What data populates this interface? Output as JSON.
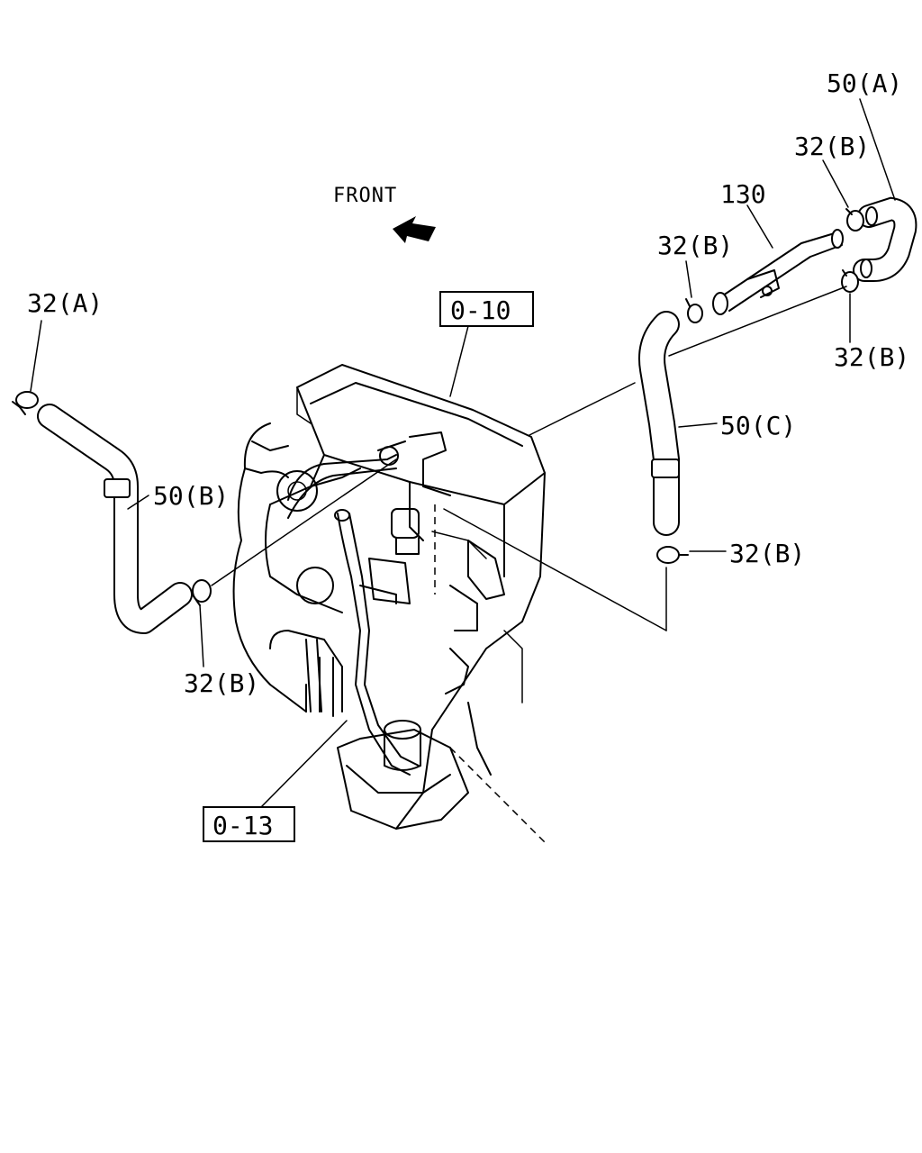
{
  "diagram": {
    "direction_label": "FRONT",
    "refs": {
      "ref_upper": "0-10",
      "ref_lower": "0-13"
    },
    "callouts": {
      "clamp_a_left": "32(A)",
      "hose_b": "50(B)",
      "clamp_b_left": "32(B)",
      "hose_a": "50(A)",
      "clamp_b_top": "32(B)",
      "pipe_130": "130",
      "clamp_b_mid": "32(B)",
      "clamp_b_right": "32(B)",
      "hose_c": "50(C)",
      "clamp_b_lower_right": "32(B)"
    }
  }
}
